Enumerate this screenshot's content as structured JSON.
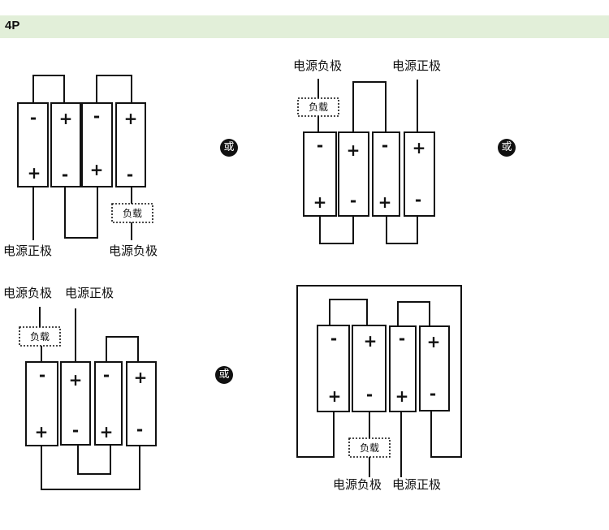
{
  "header": {
    "title": "4P",
    "background": "#e2efd9"
  },
  "labels": {
    "positive": "电源正极",
    "negative": "电源负极",
    "load": "负载",
    "or": "或"
  },
  "battery_symbols": {
    "plus": "+",
    "minus": "-"
  },
  "diagrams": [
    {
      "id": "diagram-1",
      "terminals_top": [
        "-",
        "+",
        "-",
        "+"
      ],
      "terminals_bottom": [
        "+",
        "-",
        "+",
        "-"
      ]
    },
    {
      "id": "diagram-2",
      "terminals_top": [
        "-",
        "+",
        "-",
        "+"
      ],
      "terminals_bottom": [
        "+",
        "-",
        "+",
        "-"
      ]
    },
    {
      "id": "diagram-3",
      "terminals_top": [
        "-",
        "+",
        "-",
        "+"
      ],
      "terminals_bottom": [
        "+",
        "-",
        "+",
        "-"
      ]
    },
    {
      "id": "diagram-4",
      "terminals_top": [
        "-",
        "+",
        "-",
        "+"
      ],
      "terminals_bottom": [
        "+",
        "-",
        "+",
        "-"
      ]
    }
  ]
}
